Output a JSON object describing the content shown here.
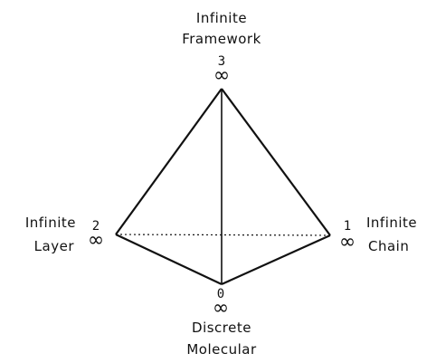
{
  "vertices": {
    "top": {
      "name_line1": "Infinite",
      "name_line2": "Framework",
      "index": "3",
      "symbol": "∞"
    },
    "left": {
      "name_line1": "Infinite",
      "name_line2": "Layer",
      "index": "2",
      "symbol": "∞"
    },
    "right": {
      "name_line1": "Infinite",
      "name_line2": "Chain",
      "index": "1",
      "symbol": "∞"
    },
    "bottom": {
      "name_line1": "Discrete",
      "name_line2": "Molecular",
      "index": "0",
      "symbol": "∞"
    }
  },
  "colors": {
    "line": "#111111",
    "background": "#ffffff"
  }
}
